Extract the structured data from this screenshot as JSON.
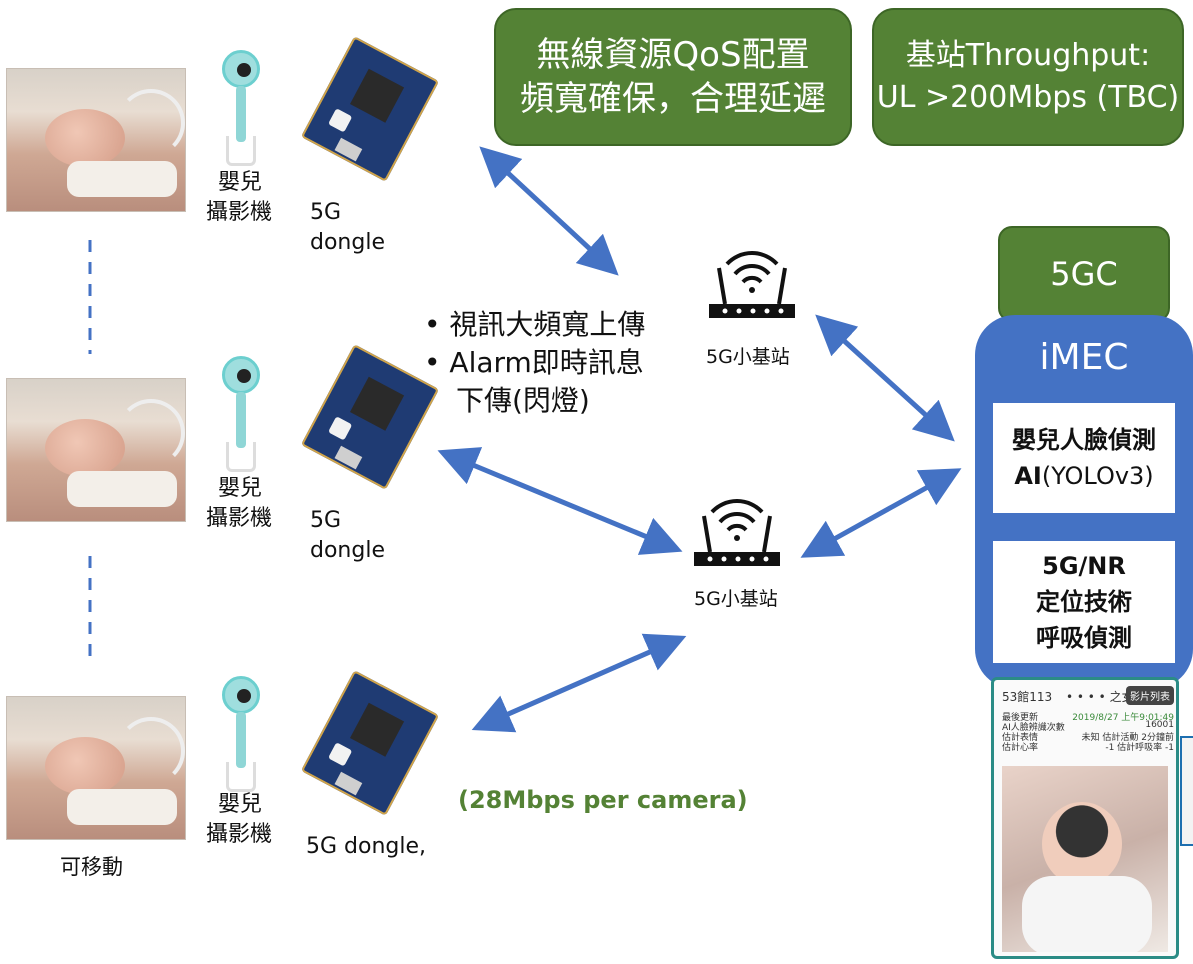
{
  "boxes": {
    "qos": {
      "line1": "無線資源QoS配置",
      "line2": "頻寬確保，合理延遲"
    },
    "throughput": {
      "line1": "基站Throughput:",
      "line2": "UL >200Mbps (TBC)"
    },
    "core": "5GC",
    "imec": {
      "title": "iMEC",
      "face_line1": "嬰兒人臉偵測",
      "face_line2_bold": "AI",
      "face_line2_rest": "(YOLOv3)",
      "nr_line1": "5G/NR",
      "nr_line2": "定位技術",
      "nr_line3": "呼吸偵測"
    }
  },
  "devices": {
    "camera_label_line1": "嬰兒",
    "camera_label_line2": "攝影機",
    "dongle_row1_line1": "5G",
    "dongle_row1_line2": "dongle",
    "dongle_row2_line1": "5G",
    "dongle_row2_line2": "dongle",
    "dongle_row3": "5G dongle,",
    "mobile_label": "可移動"
  },
  "stations": {
    "top": "5G小基站",
    "bottom": "5G小基站"
  },
  "bullets": {
    "b1": "視訊大頻寬上傳",
    "b2": "Alarm即時訊息",
    "b3": "下傳(閃燈)",
    "marker": "•"
  },
  "rate_note": "(28Mbps per camera)",
  "phone": {
    "title": "53館113",
    "dots": "• • • • 之女B",
    "list_button": "影片列表",
    "rows": [
      {
        "k": "最後更新",
        "v": "2019/8/27 上午9:01:49"
      },
      {
        "k": "AI人臉辨識次數",
        "v": "16001"
      },
      {
        "k": "估計表情",
        "v": "未知  估計活動    2分鐘前"
      },
      {
        "k": "估計心率",
        "v": "-1  估計呼吸率      -1"
      }
    ]
  },
  "colors": {
    "green": "#548235",
    "blue": "#4472c4",
    "arrow": "#4472c4",
    "rate_text": "#548235"
  }
}
